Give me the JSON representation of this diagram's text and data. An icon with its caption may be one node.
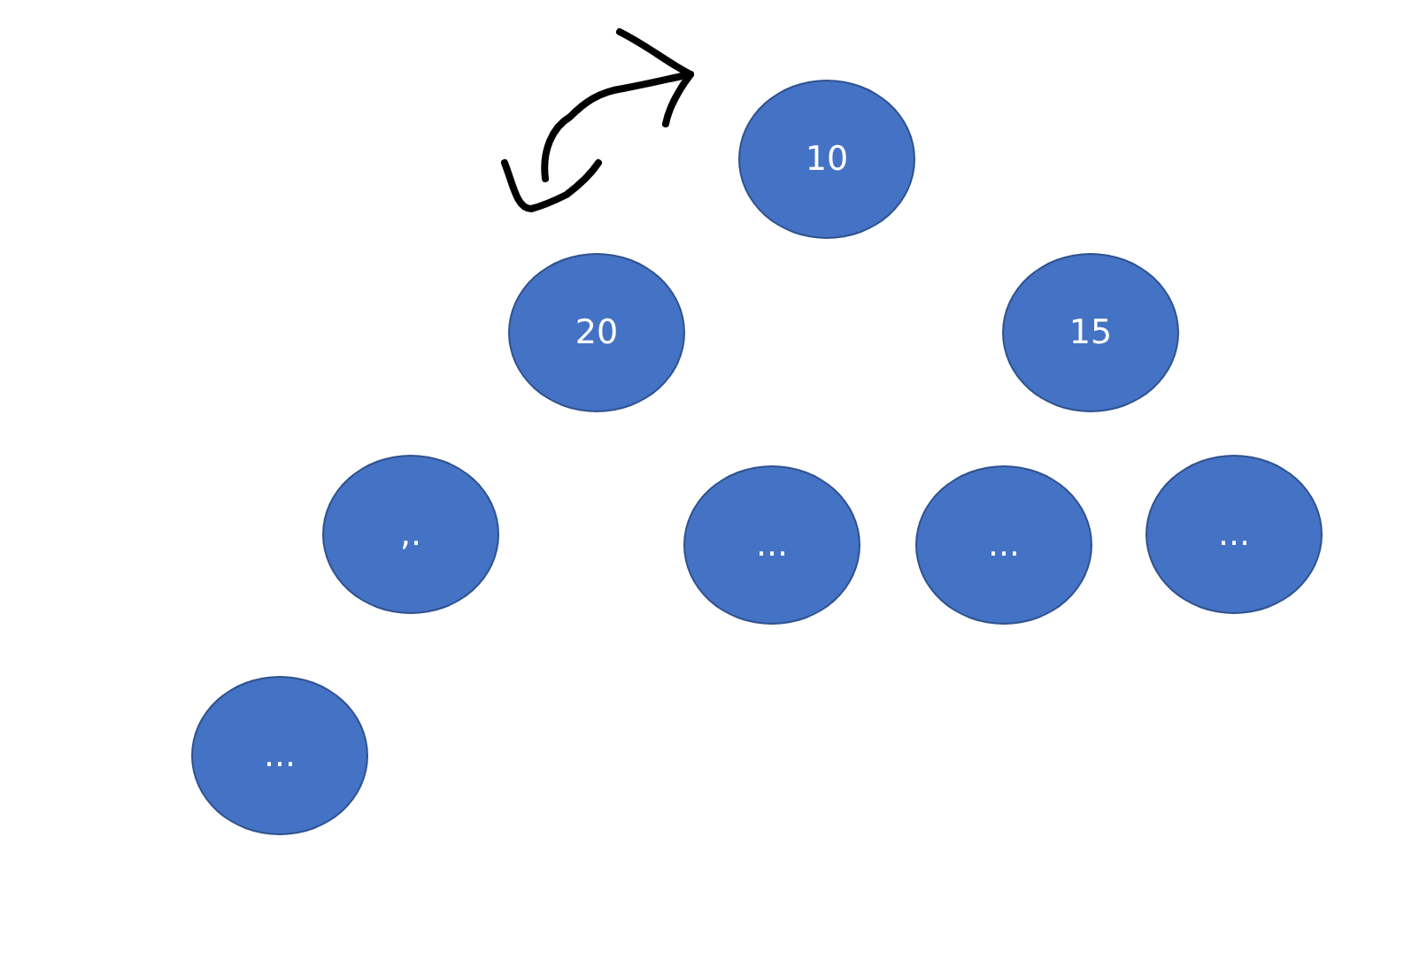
{
  "diagram": {
    "nodes": [
      {
        "text": [
          "10"
        ]
      },
      {
        "text": [
          "20"
        ]
      },
      {
        "text": [
          "15"
        ]
      },
      {
        "text": [
          ",."
        ]
      },
      {
        "text": [
          "..."
        ]
      },
      {
        "text": [
          "..."
        ]
      },
      {
        "text": [
          "..."
        ]
      },
      {
        "text": [
          "..."
        ]
      }
    ]
  }
}
